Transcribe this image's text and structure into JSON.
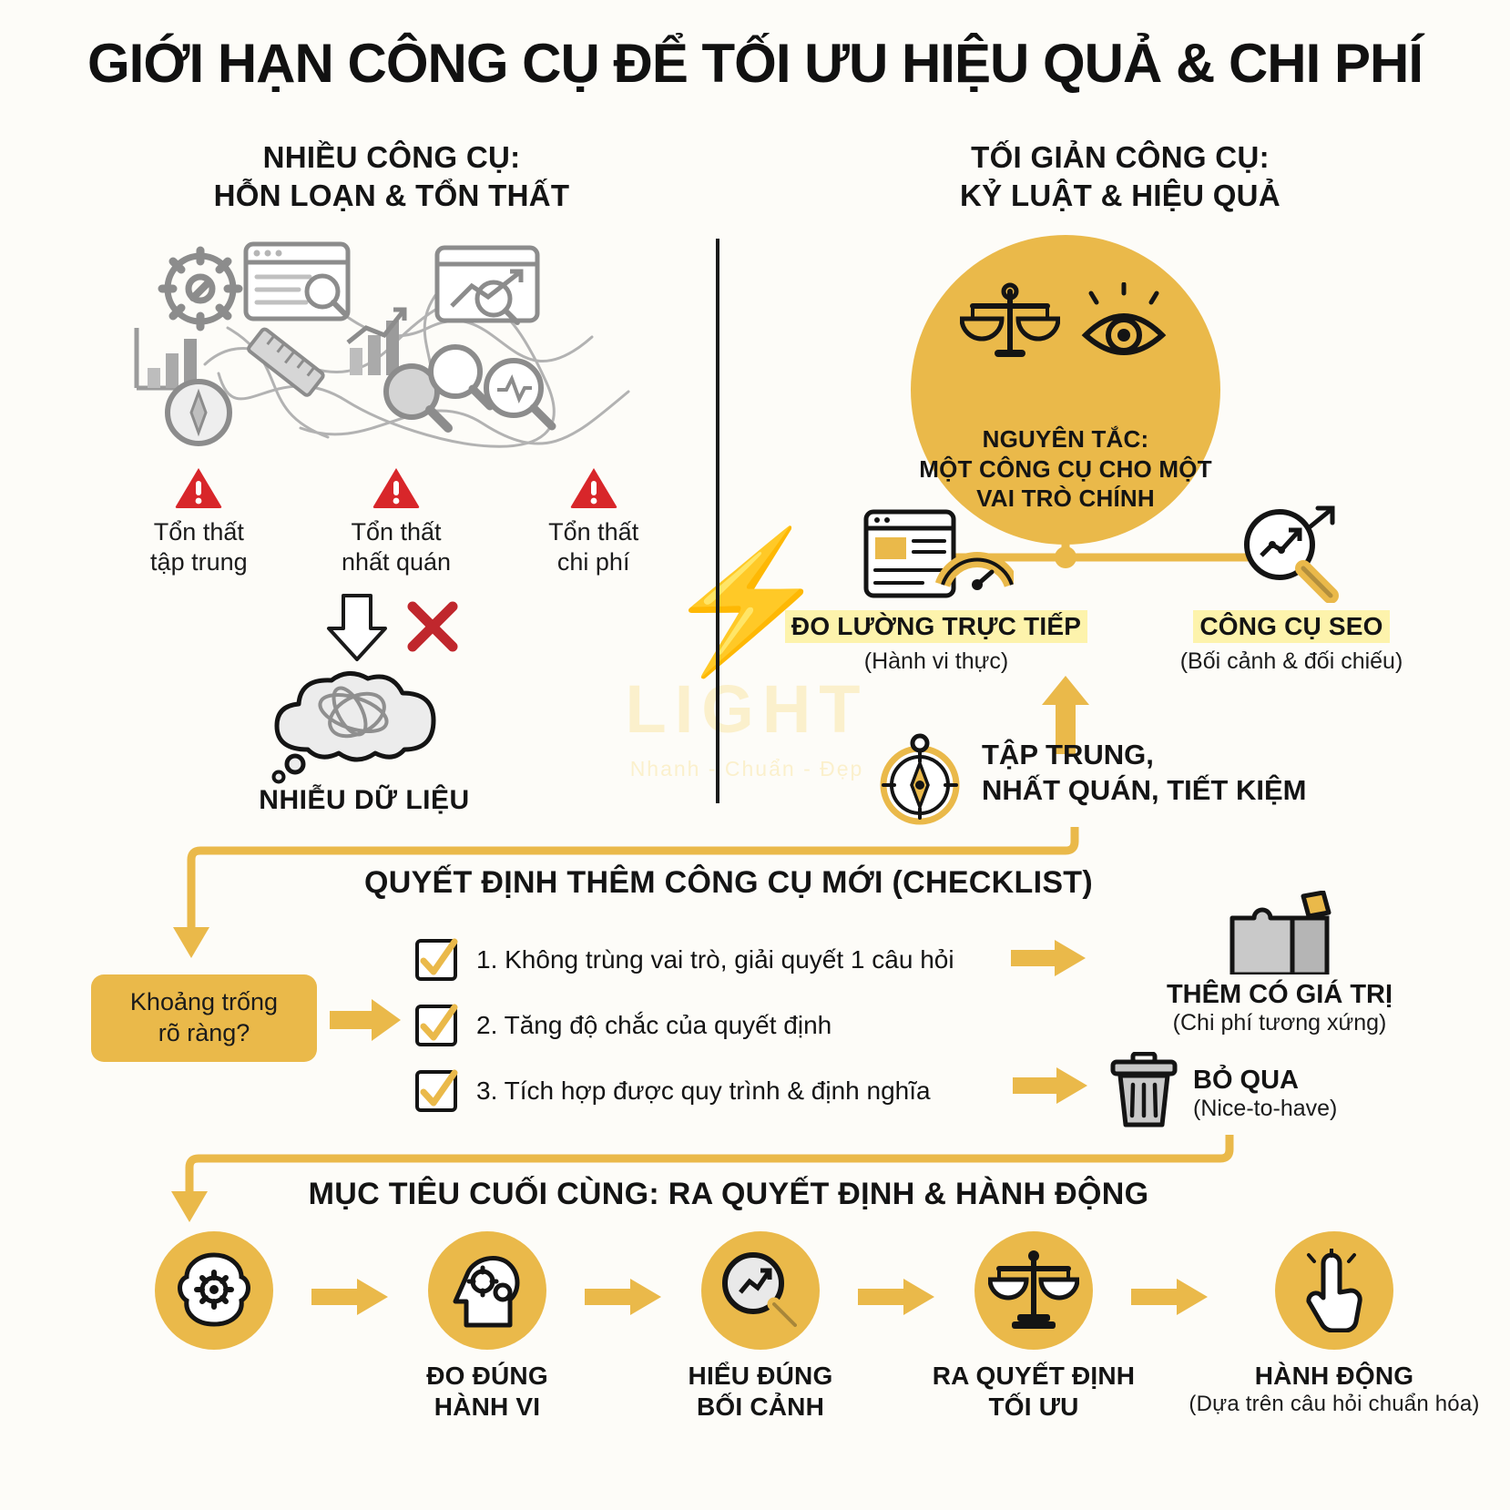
{
  "title": "GIỚI HẠN CÔNG CỤ ĐỂ TỐI ƯU HIỆU QUẢ & CHI PHÍ",
  "watermark": {
    "name": "LIGHT",
    "tagline": "Nhanh - Chuẩn - Đẹp"
  },
  "left": {
    "heading_line1": "NHIỀU CÔNG CỤ:",
    "heading_line2": "HỖN LOẠN & TỔN THẤT",
    "warnings": [
      {
        "line1": "Tổn thất",
        "line2": "tập trung"
      },
      {
        "line1": "Tổn thất",
        "line2": "nhất quán"
      },
      {
        "line1": "Tổn thất",
        "line2": "chi phí"
      }
    ],
    "noise_label": "NHIỄU DỮ LIỆU"
  },
  "right": {
    "heading_line1": "TỐI GIẢN CÔNG CỤ:",
    "heading_line2": "KỶ LUẬT & HIỆU QUẢ",
    "principle": {
      "line1": "NGUYÊN TẮC:",
      "line2": "MỘT CÔNG CỤ CHO MỘT",
      "line3": "VAI TRÒ CHÍNH"
    },
    "tools": [
      {
        "name": "ĐO LƯỜNG TRỰC TIẾP",
        "sub": "(Hành vi thực)"
      },
      {
        "name": "CÔNG CỤ SEO",
        "sub": "(Bối cảnh & đối chiếu)"
      }
    ],
    "focus": {
      "line1": "TẬP TRUNG,",
      "line2": "NHẤT QUÁN, TIẾT KIỆM"
    }
  },
  "checklist": {
    "title": "QUYẾT ĐỊNH THÊM CÔNG CỤ MỚI (CHECKLIST)",
    "gap_badge_line1": "Khoảng trống",
    "gap_badge_line2": "rõ ràng?",
    "items": [
      "1. Không trùng vai trò, giải quyết 1 câu hỏi",
      "2. Tăng độ chắc của quyết định",
      "3. Tích hợp được quy trình & định nghĩa"
    ],
    "outcomes": [
      {
        "name": "THÊM CÓ GIÁ TRỊ",
        "sub": "(Chi phí tương xứng)"
      },
      {
        "name": "BỎ QUA",
        "sub": "(Nice-to-have)"
      }
    ]
  },
  "final": {
    "title": "MỤC TIÊU CUỐI CÙNG: RA QUYẾT ĐỊNH & HÀNH ĐỘNG",
    "steps": [
      {
        "line1": "",
        "line2": ""
      },
      {
        "line1": "ĐO ĐÚNG",
        "line2": "HÀNH VI"
      },
      {
        "line1": "HIỂU ĐÚNG",
        "line2": "BỐI CẢNH"
      },
      {
        "line1": "RA QUYẾT ĐỊNH",
        "line2": "TỐI ƯU"
      },
      {
        "line1": "HÀNH ĐỘNG",
        "line2": "(Dựa trên câu hỏi chuẩn hóa)"
      }
    ]
  },
  "colors": {
    "accent": "#eab94a",
    "accent_light": "#f2c969",
    "highlight": "#fdf3ac",
    "warn_red": "#d8262a",
    "cross_red": "#c0272d",
    "ink": "#141414",
    "gray": "#9b9b9b",
    "background": "#fdfcf8"
  }
}
